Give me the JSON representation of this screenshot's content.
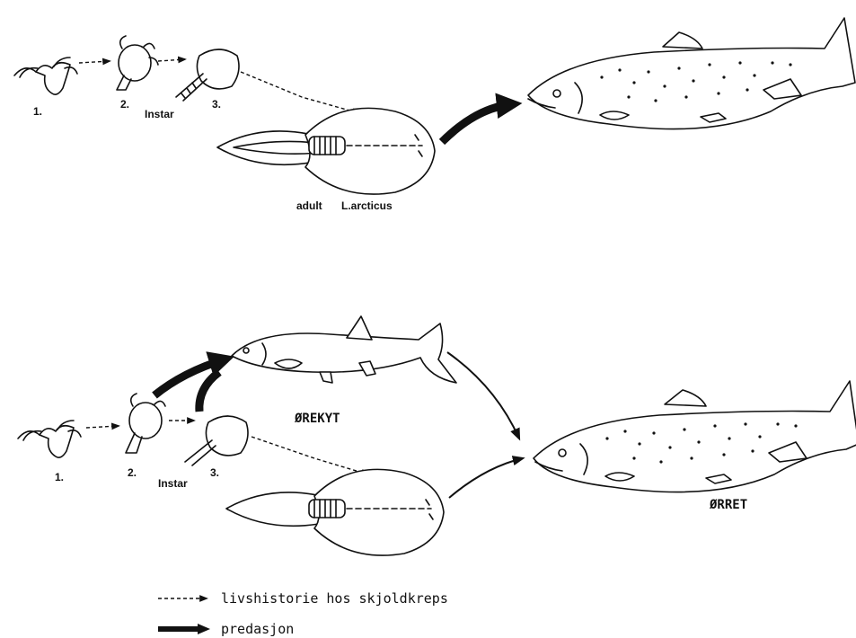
{
  "top_panel": {
    "stage_labels": [
      "1.",
      "2.",
      "3."
    ],
    "instar_label": "Instar",
    "adult_label": "adult",
    "species_label": "L.arcticus"
  },
  "bottom_panel": {
    "stage_labels": [
      "1.",
      "2.",
      "3."
    ],
    "instar_label": "Instar",
    "minnow_label": "ØREKYT",
    "trout_label": "ØRRET"
  },
  "legend": {
    "items": [
      {
        "style": "dashed",
        "label": "livshistorie hos skjoldkreps"
      },
      {
        "style": "thick",
        "label": "predasjon"
      }
    ]
  }
}
